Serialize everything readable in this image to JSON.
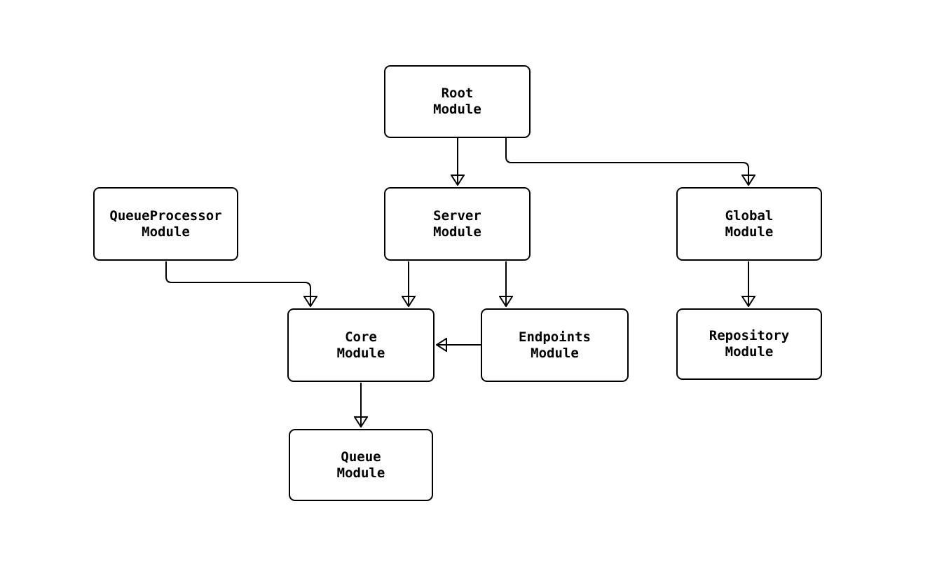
{
  "diagram": {
    "type": "flowchart",
    "direction": "top-down",
    "colors": {
      "background": "#ffffff",
      "node_fill": "#ffffff",
      "node_border": "#000000",
      "edge_stroke": "#000000",
      "text": "#000000"
    },
    "nodes": [
      {
        "id": "root",
        "label": "Root\nModule"
      },
      {
        "id": "queueprocessor",
        "label": "QueueProcessor\nModule"
      },
      {
        "id": "server",
        "label": "Server\nModule"
      },
      {
        "id": "global",
        "label": "Global\nModule"
      },
      {
        "id": "core",
        "label": "Core\nModule"
      },
      {
        "id": "endpoints",
        "label": "Endpoints\nModule"
      },
      {
        "id": "repository",
        "label": "Repository\nModule"
      },
      {
        "id": "queue",
        "label": "Queue\nModule"
      }
    ],
    "edges": [
      {
        "from": "root",
        "to": "server"
      },
      {
        "from": "root",
        "to": "global"
      },
      {
        "from": "queueprocessor",
        "to": "core"
      },
      {
        "from": "server",
        "to": "core"
      },
      {
        "from": "server",
        "to": "endpoints"
      },
      {
        "from": "endpoints",
        "to": "core"
      },
      {
        "from": "global",
        "to": "repository"
      },
      {
        "from": "core",
        "to": "queue"
      }
    ]
  }
}
